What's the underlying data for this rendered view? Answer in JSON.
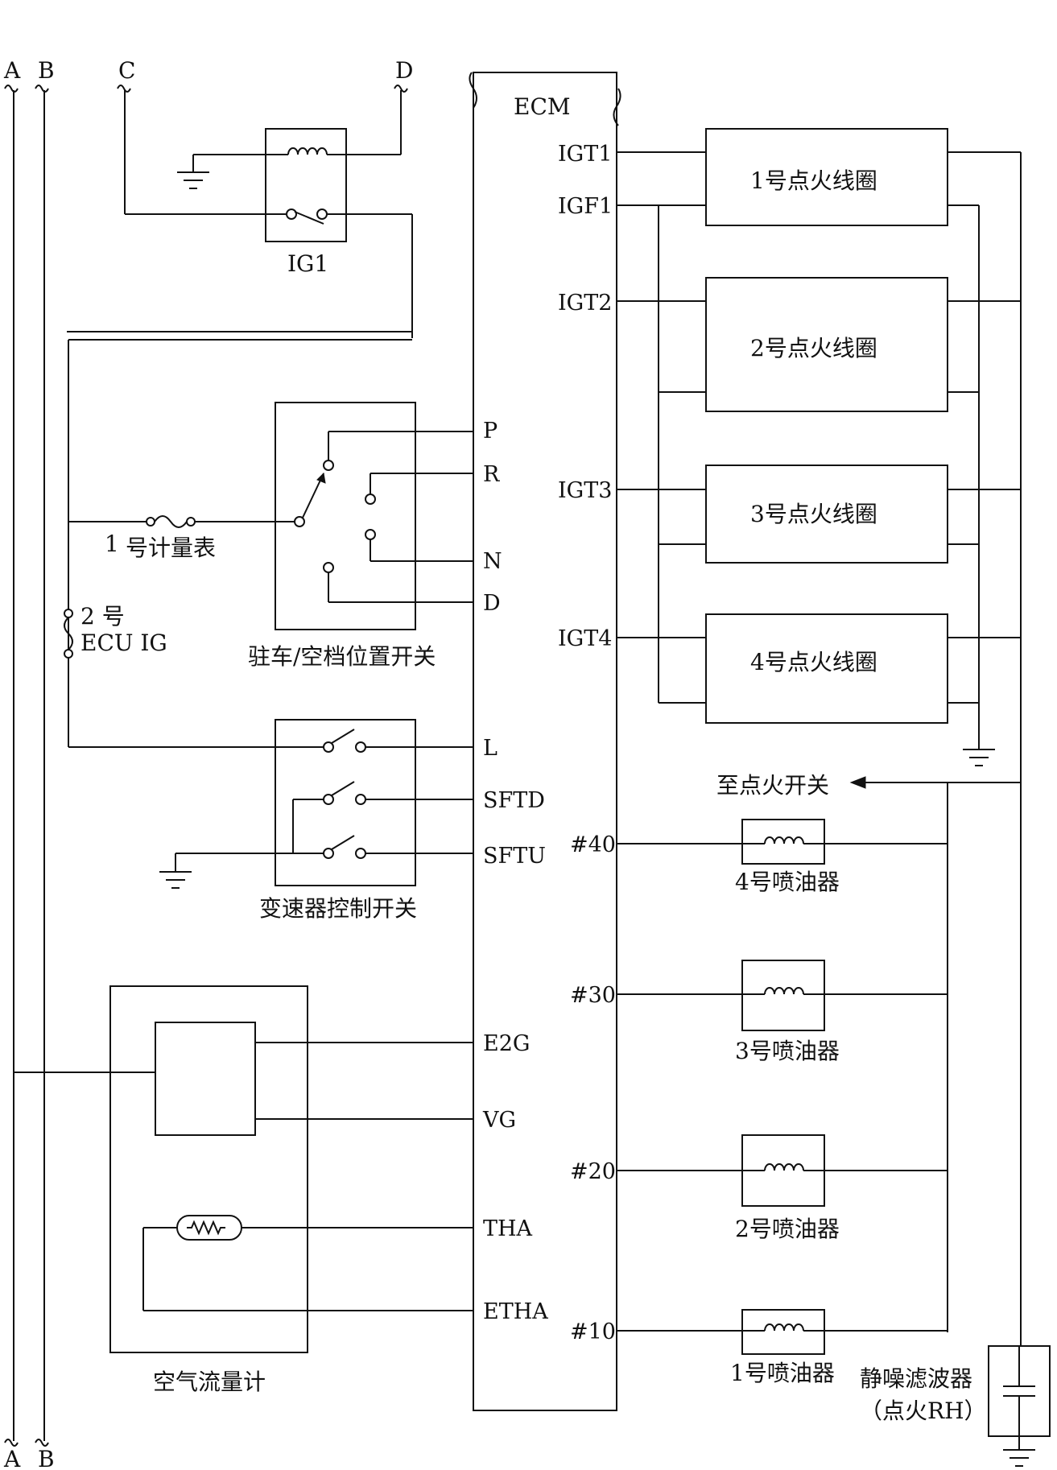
{
  "buses": {
    "a": "A",
    "b": "B",
    "c": "C",
    "d": "D"
  },
  "relay": {
    "label": "IG1"
  },
  "ecm": {
    "title": "ECM",
    "pins_right": {
      "igt1": "IGT1",
      "igf1": "IGF1",
      "igt2": "IGT2",
      "igt3": "IGT3",
      "igt4": "IGT4",
      "n40": "#40",
      "n30": "#30",
      "n20": "#20",
      "n10": "#10"
    },
    "pins_left": {
      "p": "P",
      "r": "R",
      "n": "N",
      "d": "D",
      "l": "L",
      "sftd": "SFTD",
      "sftu": "SFTU",
      "e2g": "E2G",
      "vg": "VG",
      "tha": "THA",
      "etha": "ETHA"
    }
  },
  "fuses": {
    "gauge_num": "1",
    "gauge_label": "号计量表",
    "ecu_num": "2 号",
    "ecu_label": "ECU IG"
  },
  "switches": {
    "park_neutral": "驻车/空档位置开关",
    "transmission": "变速器控制开关"
  },
  "coils": [
    "1号点火线圈",
    "2号点火线圈",
    "3号点火线圈",
    "4号点火线圈"
  ],
  "injectors": [
    "4号喷油器",
    "3号喷油器",
    "2号喷油器",
    "1号喷油器"
  ],
  "to_ignition": "至点火开关",
  "filter": {
    "label1": "静噪滤波器",
    "label2": "（点火RH）"
  },
  "airflow": {
    "label": "空气流量计"
  }
}
